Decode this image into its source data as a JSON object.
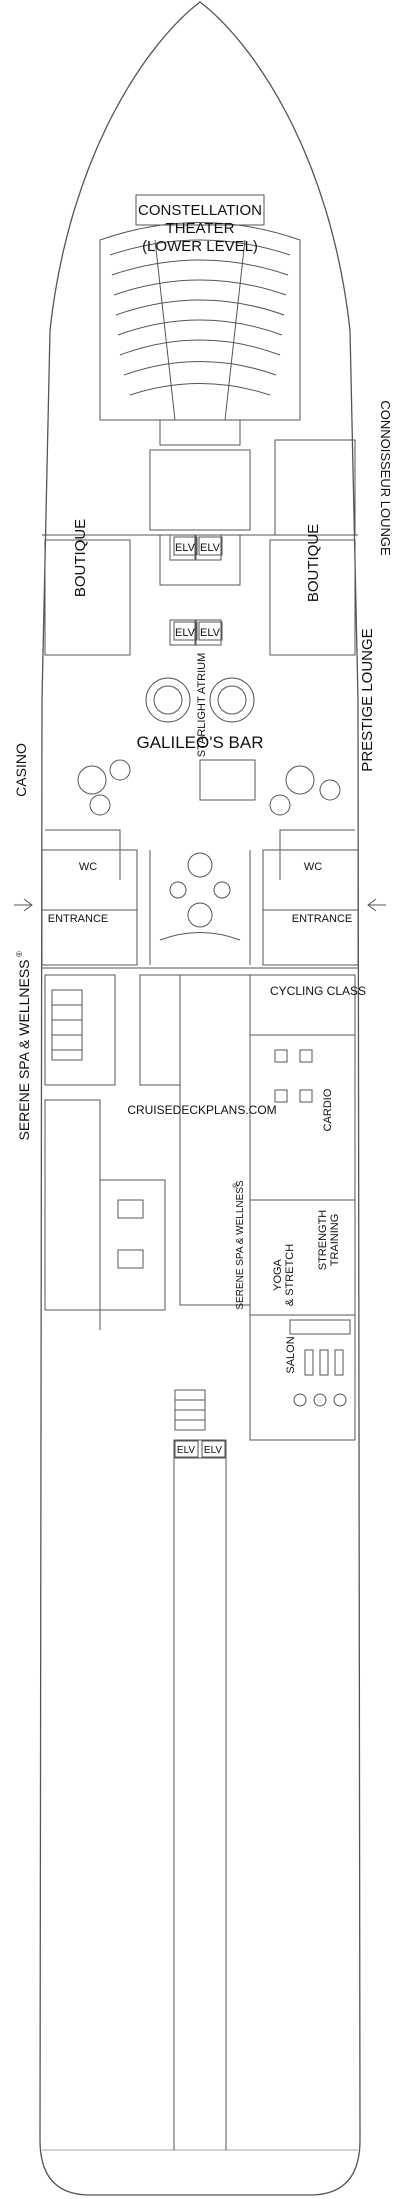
{
  "labels": {
    "theater": [
      "CONSTELLATION",
      "THEATER",
      "(LOWER LEVEL)"
    ],
    "connoisseur": "CONNOISSEUR LOUNGE",
    "boutique": "BOUTIQUE",
    "elv": "ELV",
    "prestige": "PRESTIGE LOUNGE",
    "starlight": "STARLIGHT ATRIUM",
    "casino": "CASINO",
    "galileo": "GALILEO'S BAR",
    "wc": "WC",
    "entrance": "ENTRANCE",
    "cycling": "CYCLING CLASS",
    "spa": "SERENE SPA & WELLNESS",
    "trademark": "®",
    "watermark": "CRUISEDECKPLANS.COM",
    "cardio": "CARDIO",
    "strength": [
      "STRENGTH",
      "TRAINING"
    ],
    "yoga": [
      "YOGA",
      "& STRETCH"
    ],
    "salon": "SALON"
  },
  "colors": {
    "line": "#555555",
    "text": "#111111",
    "background": "#ffffff"
  }
}
